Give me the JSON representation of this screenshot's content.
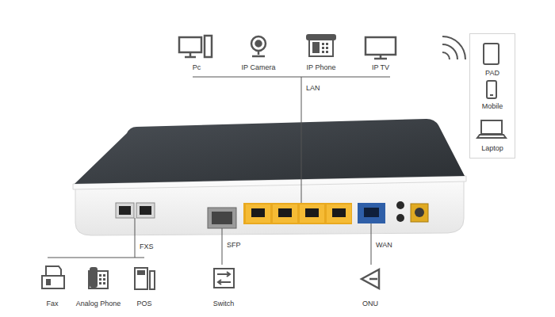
{
  "diagram": {
    "nodes": [
      {
        "text": [
          "PAD",
          "Mobile",
          "Laptop"
        ]
      }
    ],
    "labels": [
      "Pc",
      "IP Camera",
      "IP Phone",
      "IP TV",
      "LAN",
      "FXS",
      "SFP",
      "WAN",
      "Fax",
      "Analog Phone",
      "POS",
      "Switch",
      "ONU"
    ]
  }
}
